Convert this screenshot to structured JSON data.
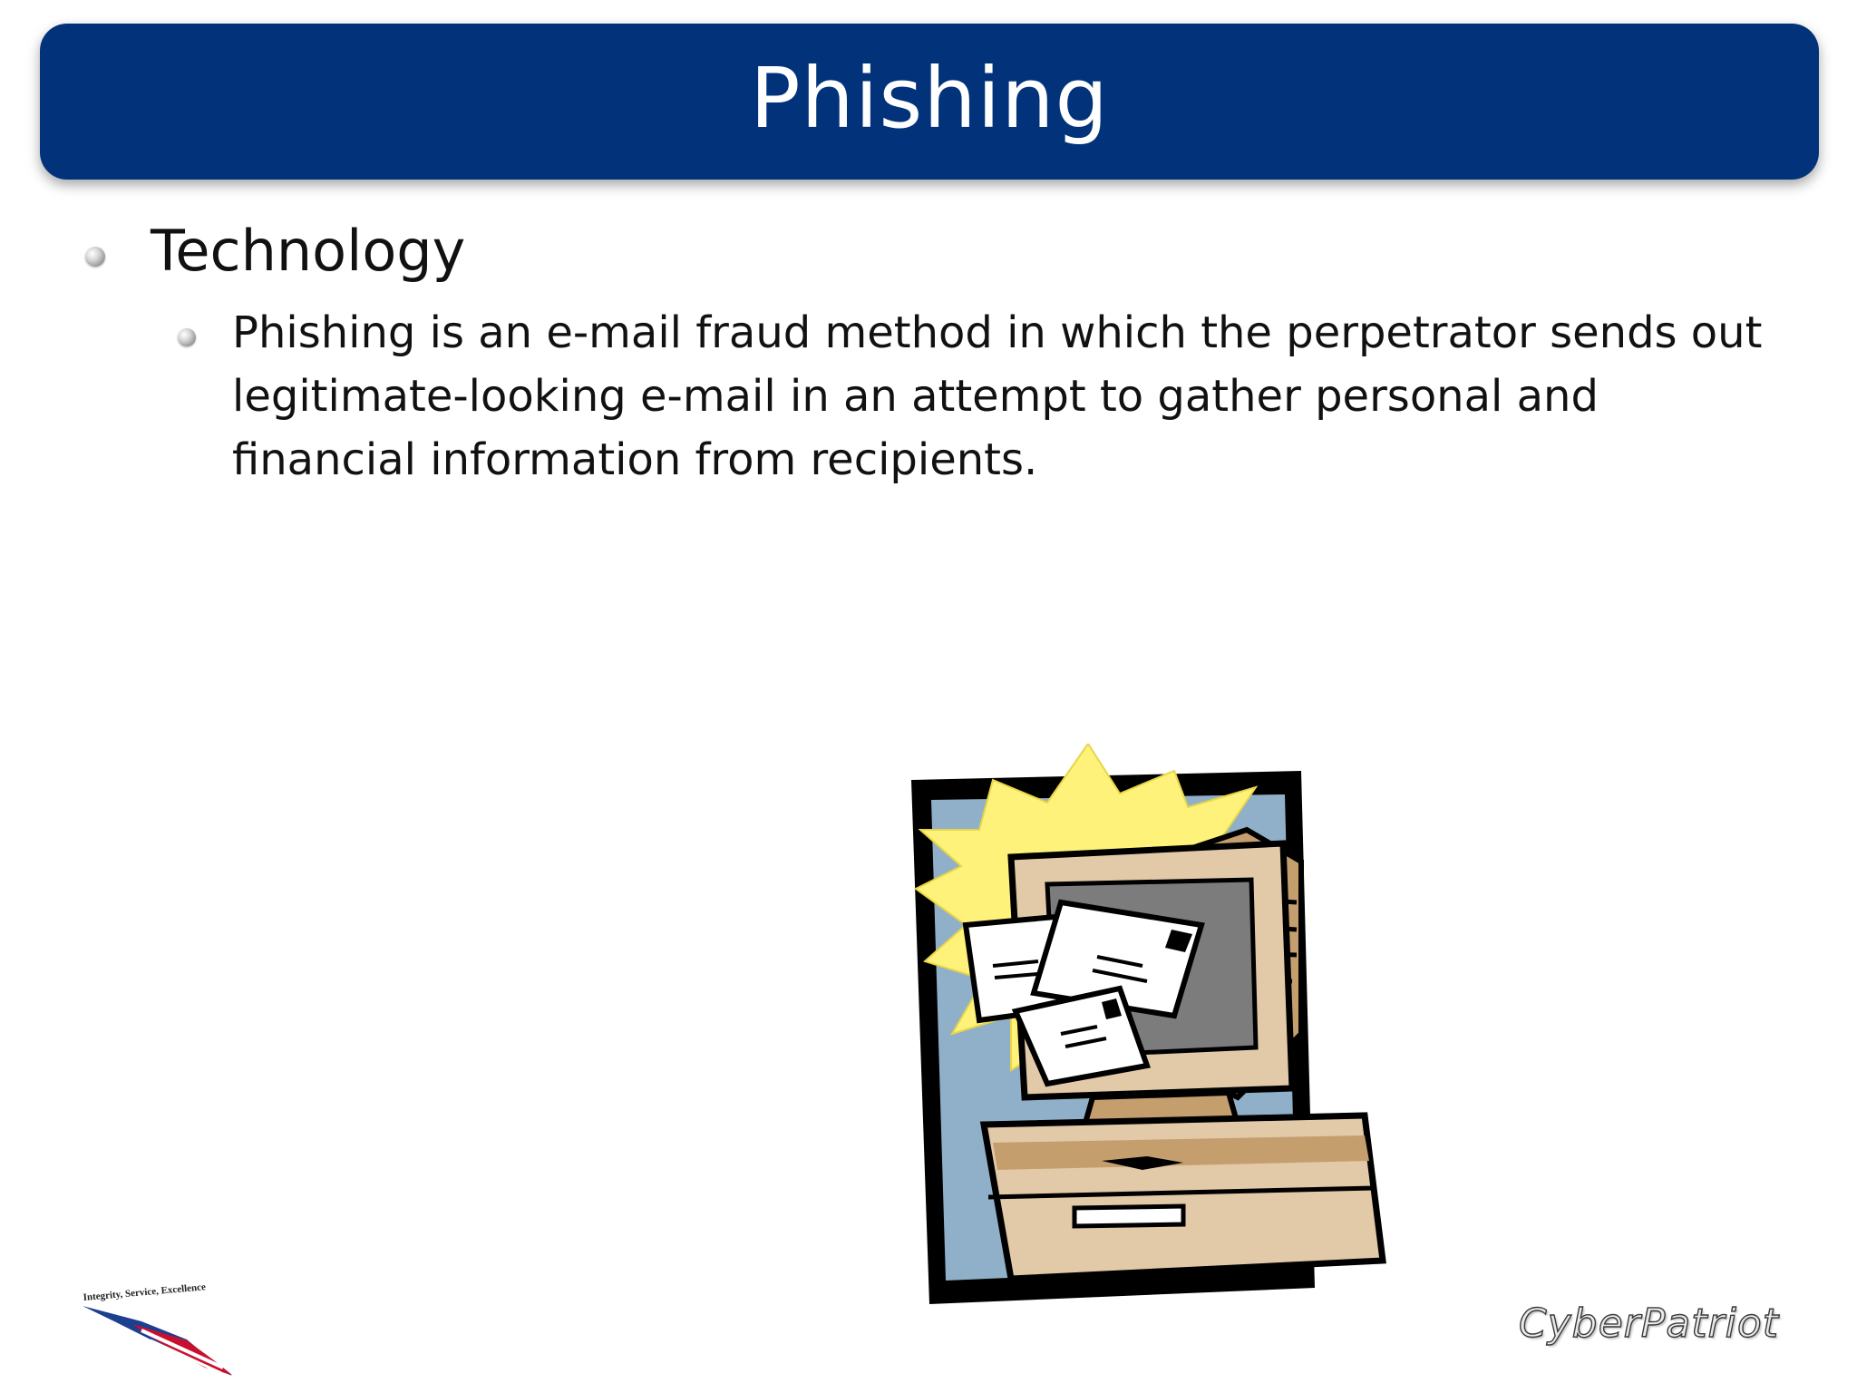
{
  "slide": {
    "title": "Phishing",
    "bullets": [
      {
        "text": "Technology",
        "sub": [
          "Phishing is an e-mail fraud method in which the perpetrator sends out legitimate-looking e-mail in an attempt to gather personal and financial information from recipients."
        ]
      }
    ]
  },
  "footer": {
    "logo_tagline": "Integrity, Service, Excellence",
    "brand": "CyberPatriot"
  },
  "colors": {
    "title_bar": "#02337a",
    "title_text": "#ffffff"
  },
  "icons": {
    "clipart": "computer-with-emails-icon",
    "logo": "flag-logo-icon"
  }
}
